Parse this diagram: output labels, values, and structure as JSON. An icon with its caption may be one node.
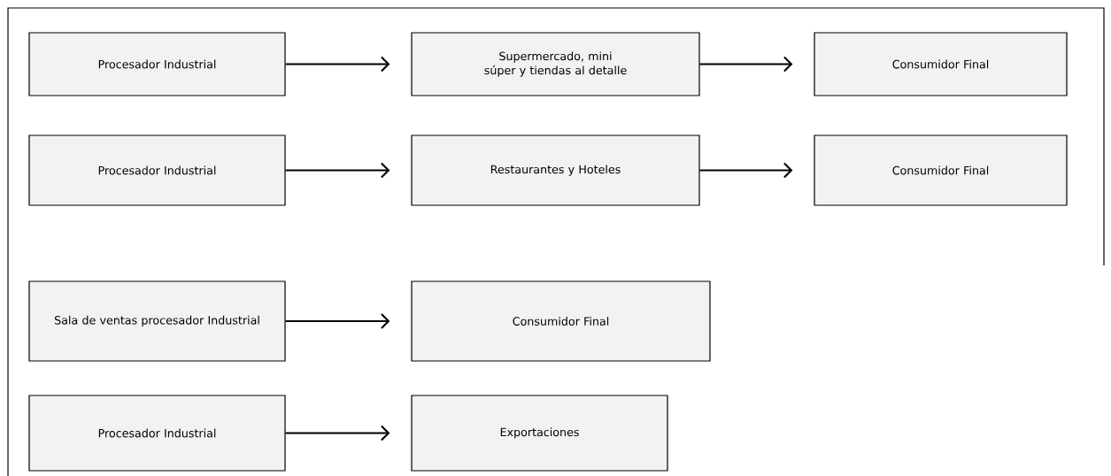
{
  "diagram": {
    "nodes": [
      {
        "text": [
          "Procesador Industrial"
        ]
      },
      {
        "text": [
          "Supermercado, mini súper y tiendas al detalle"
        ]
      },
      {
        "text": [
          "Consumidor Final"
        ]
      },
      {
        "text": [
          "Procesador Industrial"
        ]
      },
      {
        "text": [
          "Restaurantes y Hoteles"
        ]
      },
      {
        "text": [
          "Consumidor Final"
        ]
      },
      {
        "text": [
          "Sala de ventas procesador Industrial"
        ]
      },
      {
        "text": [
          "Consumidor Final"
        ]
      },
      {
        "text": [
          "Procesador Industrial"
        ]
      },
      {
        "text": [
          "Exportaciones"
        ]
      }
    ],
    "edges": [
      {
        "from": 0,
        "to": 1,
        "arrow": "to"
      },
      {
        "from": 1,
        "to": 2,
        "arrow": "to"
      },
      {
        "from": 3,
        "to": 4,
        "arrow": "to"
      },
      {
        "from": 4,
        "to": 5,
        "arrow": "to"
      },
      {
        "from": 6,
        "to": 7,
        "arrow": "to"
      },
      {
        "from": 8,
        "to": 9,
        "arrow": "to"
      }
    ]
  }
}
